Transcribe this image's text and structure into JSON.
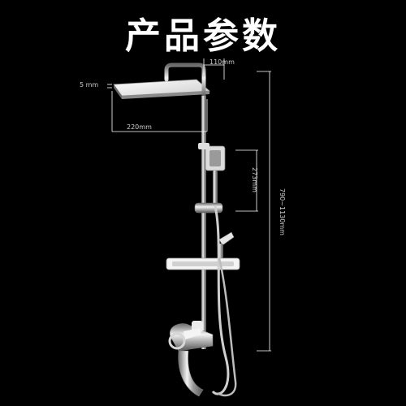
{
  "page": {
    "title": "产品参数"
  },
  "dimensions": {
    "head_thickness": "5 mm",
    "head_width": "220mm",
    "arm_length": "110mm",
    "handheld_height": "273mm",
    "total_height": "790~1130mm"
  },
  "colors": {
    "background": "#000000",
    "chrome": "#c8c8c8",
    "line": "#ffffff"
  }
}
